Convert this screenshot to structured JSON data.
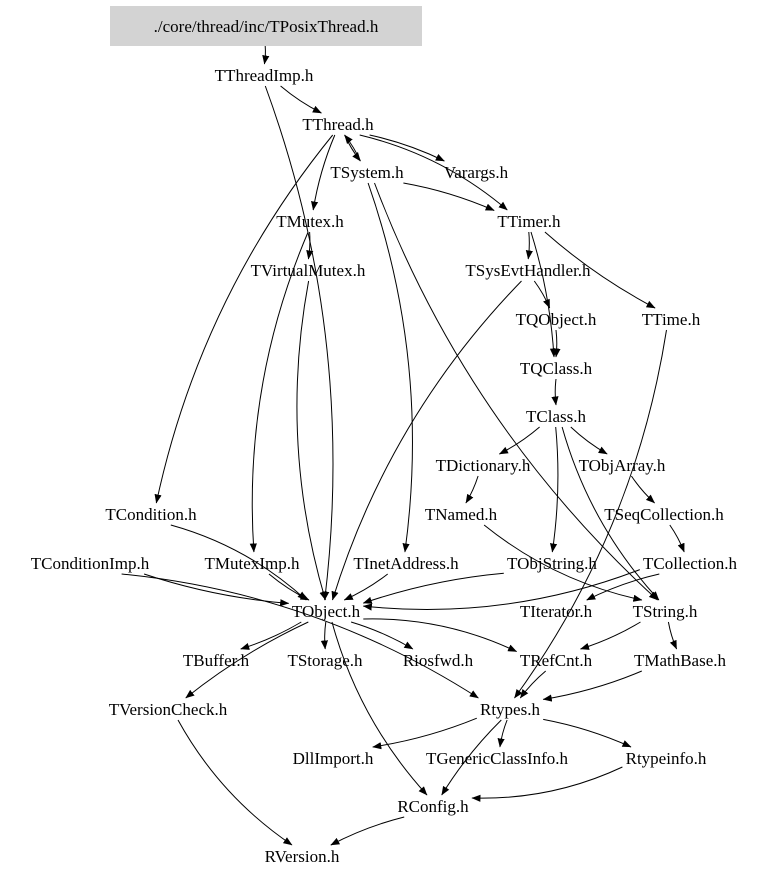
{
  "diagram": {
    "root": "./core/thread/inc/TPosixThread.h",
    "nodes": [
      {
        "id": "root",
        "label": "./core/thread/inc/TPosixThread.h"
      },
      {
        "id": "tthreadimp",
        "label": "TThreadImp.h"
      },
      {
        "id": "tthread",
        "label": "TThread.h"
      },
      {
        "id": "tsystem",
        "label": "TSystem.h"
      },
      {
        "id": "varargs",
        "label": "Varargs.h"
      },
      {
        "id": "tmutex",
        "label": "TMutex.h"
      },
      {
        "id": "ttimer",
        "label": "TTimer.h"
      },
      {
        "id": "tvirtualmutex",
        "label": "TVirtualMutex.h"
      },
      {
        "id": "tsysevthandler",
        "label": "TSysEvtHandler.h"
      },
      {
        "id": "tqobject",
        "label": "TQObject.h"
      },
      {
        "id": "ttime",
        "label": "TTime.h"
      },
      {
        "id": "tqclass",
        "label": "TQClass.h"
      },
      {
        "id": "tclass",
        "label": "TClass.h"
      },
      {
        "id": "tdictionary",
        "label": "TDictionary.h"
      },
      {
        "id": "tobjarray",
        "label": "TObjArray.h"
      },
      {
        "id": "tcondition",
        "label": "TCondition.h"
      },
      {
        "id": "tnamed",
        "label": "TNamed.h"
      },
      {
        "id": "tseqcollection",
        "label": "TSeqCollection.h"
      },
      {
        "id": "tconditionimp",
        "label": "TConditionImp.h"
      },
      {
        "id": "tmuteximp",
        "label": "TMutexImp.h"
      },
      {
        "id": "tinetaddress",
        "label": "TInetAddress.h"
      },
      {
        "id": "tobjstring",
        "label": "TObjString.h"
      },
      {
        "id": "tcollection",
        "label": "TCollection.h"
      },
      {
        "id": "tobject",
        "label": "TObject.h"
      },
      {
        "id": "titerator",
        "label": "TIterator.h"
      },
      {
        "id": "tstring",
        "label": "TString.h"
      },
      {
        "id": "tbuffer",
        "label": "TBuffer.h"
      },
      {
        "id": "tstorage",
        "label": "TStorage.h"
      },
      {
        "id": "riosfwd",
        "label": "Riosfwd.h"
      },
      {
        "id": "trefcnt",
        "label": "TRefCnt.h"
      },
      {
        "id": "tmathbase",
        "label": "TMathBase.h"
      },
      {
        "id": "tversioncheck",
        "label": "TVersionCheck.h"
      },
      {
        "id": "rtypes",
        "label": "Rtypes.h"
      },
      {
        "id": "dllimport",
        "label": "DllImport.h"
      },
      {
        "id": "tgenericclassinfo",
        "label": "TGenericClassInfo.h"
      },
      {
        "id": "rtypeinfo",
        "label": "Rtypeinfo.h"
      },
      {
        "id": "rconfig",
        "label": "RConfig.h"
      },
      {
        "id": "rversion",
        "label": "RVersion.h"
      }
    ],
    "edges": [
      [
        "root",
        "tthreadimp"
      ],
      [
        "tthreadimp",
        "tthread"
      ],
      [
        "tthreadimp",
        "tobject"
      ],
      [
        "tthread",
        "tsystem"
      ],
      [
        "tthread",
        "varargs"
      ],
      [
        "tthread",
        "tmutex"
      ],
      [
        "tthread",
        "ttimer"
      ],
      [
        "tthread",
        "tcondition"
      ],
      [
        "tsystem",
        "ttimer"
      ],
      [
        "tsystem",
        "tthread"
      ],
      [
        "tsystem",
        "tinetaddress"
      ],
      [
        "tsystem",
        "tstring"
      ],
      [
        "tmutex",
        "tvirtualmutex"
      ],
      [
        "tmutex",
        "tmuteximp"
      ],
      [
        "ttimer",
        "tsysevthandler"
      ],
      [
        "ttimer",
        "ttime"
      ],
      [
        "ttimer",
        "tqclass"
      ],
      [
        "tvirtualmutex",
        "tobject"
      ],
      [
        "tsysevthandler",
        "tqobject"
      ],
      [
        "tsysevthandler",
        "tobject"
      ],
      [
        "tqobject",
        "tqclass"
      ],
      [
        "tqclass",
        "tclass"
      ],
      [
        "tclass",
        "tdictionary"
      ],
      [
        "tclass",
        "tobjarray"
      ],
      [
        "tclass",
        "tobjstring"
      ],
      [
        "tclass",
        "tstring"
      ],
      [
        "tdictionary",
        "tnamed"
      ],
      [
        "tobjarray",
        "tseqcollection"
      ],
      [
        "tcondition",
        "tobject"
      ],
      [
        "tnamed",
        "tstring"
      ],
      [
        "tseqcollection",
        "tcollection"
      ],
      [
        "tconditionimp",
        "tobject"
      ],
      [
        "tconditionimp",
        "rtypes"
      ],
      [
        "tmuteximp",
        "tobject"
      ],
      [
        "tinetaddress",
        "tobject"
      ],
      [
        "tobjstring",
        "tobject"
      ],
      [
        "tcollection",
        "tobject"
      ],
      [
        "tcollection",
        "titerator"
      ],
      [
        "tobject",
        "tbuffer"
      ],
      [
        "tobject",
        "tstorage"
      ],
      [
        "tobject",
        "riosfwd"
      ],
      [
        "tobject",
        "tversioncheck"
      ],
      [
        "tobject",
        "trefcnt"
      ],
      [
        "tobject",
        "rconfig"
      ],
      [
        "tstring",
        "trefcnt"
      ],
      [
        "tstring",
        "tmathbase"
      ],
      [
        "ttime",
        "rtypes"
      ],
      [
        "trefcnt",
        "rtypes"
      ],
      [
        "tmathbase",
        "rtypes"
      ],
      [
        "tversioncheck",
        "rversion"
      ],
      [
        "rtypes",
        "dllimport"
      ],
      [
        "rtypes",
        "tgenericclassinfo"
      ],
      [
        "rtypes",
        "rtypeinfo"
      ],
      [
        "rtypes",
        "rconfig"
      ],
      [
        "rtypeinfo",
        "rconfig"
      ],
      [
        "rconfig",
        "rversion"
      ]
    ]
  }
}
